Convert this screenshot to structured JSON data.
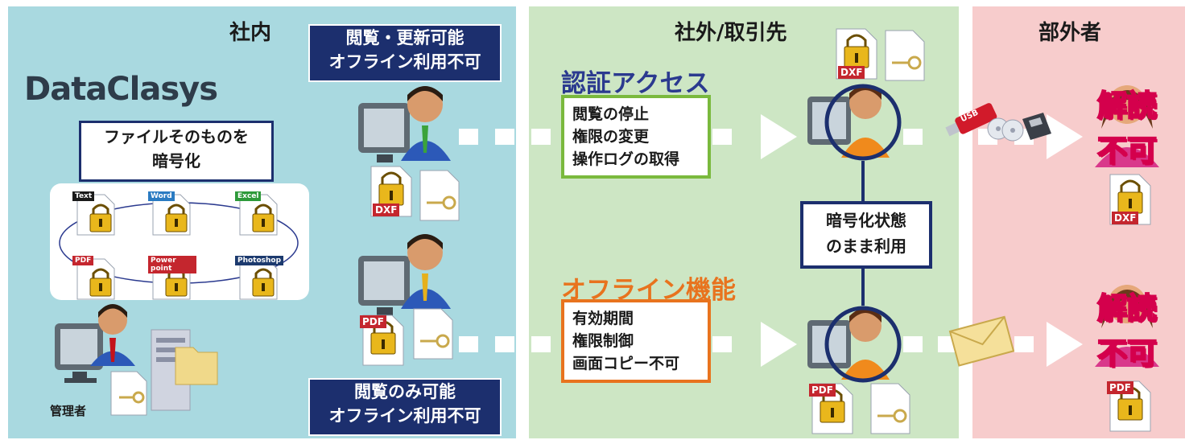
{
  "zones": {
    "internal": {
      "title": "社内"
    },
    "external": {
      "title": "社外/取引先"
    },
    "outsider": {
      "title": "部外者"
    }
  },
  "internal": {
    "top_box": {
      "line1": "閲覧・更新可能",
      "line2": "オフライン利用不可"
    },
    "bottom_box": {
      "line1": "閲覧のみ可能",
      "line2": "オフライン利用不可"
    },
    "logo": "DataClasys",
    "encrypt_box": {
      "line1": "ファイルそのものを",
      "line2": "暗号化"
    },
    "file_types": [
      "Text",
      "Word",
      "Excel",
      "PDF",
      "Power point",
      "Photoshop"
    ],
    "admin_label": "管理者"
  },
  "external": {
    "auth": {
      "title": "認証アクセス",
      "items": [
        "閲覧の停止",
        "権限の変更",
        "操作ログの取得"
      ]
    },
    "offline": {
      "title": "オフライン機能",
      "items": [
        "有効期間",
        "権限制御",
        "画面コピー不可"
      ]
    },
    "middle_box": {
      "line1": "暗号化状態",
      "line2": "のまま利用"
    }
  },
  "outsider": {
    "top_status": {
      "line1": "解読",
      "line2": "不可"
    },
    "bottom_status": {
      "line1": "解読",
      "line2": "不可"
    }
  },
  "badges": {
    "dxf": "DXF",
    "pdf": "PDF",
    "usb": "USB"
  },
  "colors": {
    "internal_bg": "#a9d9e0",
    "external_bg": "#cde6c4",
    "outsider_bg": "#f7cccc",
    "navy": "#1c2f6e",
    "auth_title": "#2b3a8f",
    "auth_border": "#7ab93d",
    "offline_title": "#e8731e",
    "offline_border": "#e8731e",
    "cannot_fill": "#ffe81a",
    "cannot_stroke": "#d4004c"
  }
}
